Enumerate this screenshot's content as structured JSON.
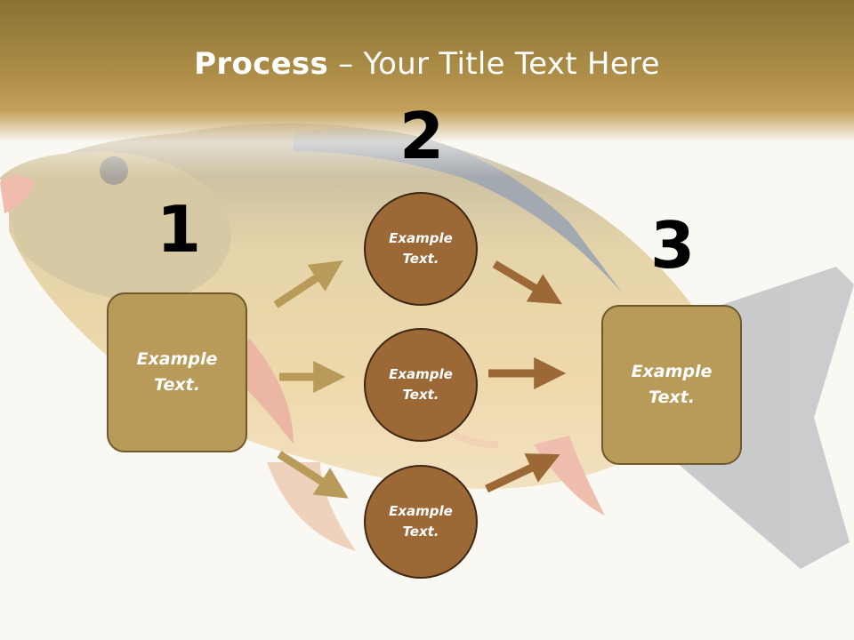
{
  "title": {
    "bold": "Process",
    "rest": " – Your Title Text Here"
  },
  "step_numbers": [
    "1",
    "2",
    "3"
  ],
  "steps": [
    {
      "label": "Example Text."
    },
    {
      "label": "Example Text."
    },
    {
      "label": "Example Text."
    },
    {
      "label": "Example Text."
    },
    {
      "label": "Example Text."
    }
  ],
  "colors": {
    "header": "#9a7e3d",
    "box_fill": "#b89a59",
    "circle_fill": "#9b6836",
    "arrow_light": "#b89a59",
    "arrow_dark": "#9b6836"
  }
}
